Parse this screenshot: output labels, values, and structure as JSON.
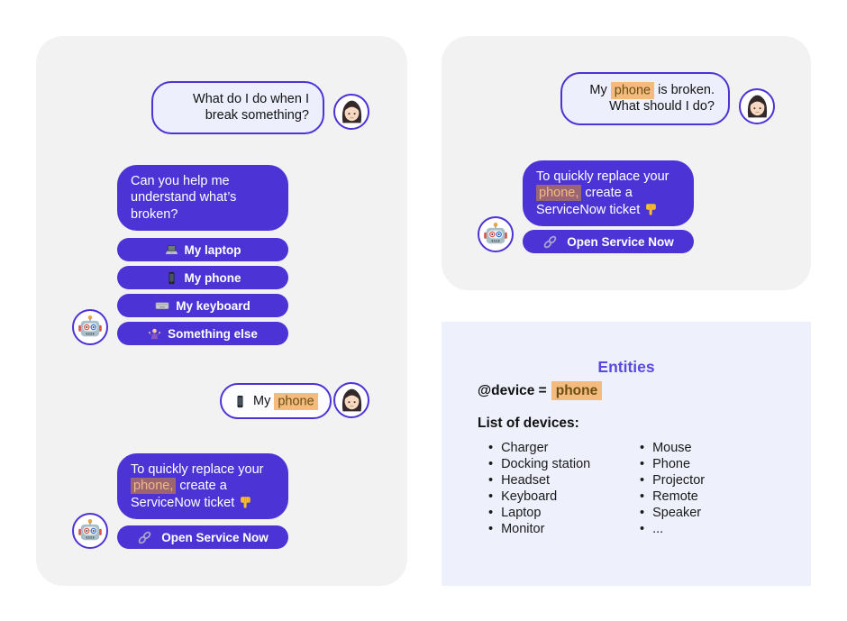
{
  "colors": {
    "purple": "#4b33d6",
    "panel_background": "#f2f2f2",
    "entities_background": "#eef1fc",
    "user_bubble_background": "#edf0fc",
    "entity_highlight_background": "#f3bb7e",
    "entity_highlight_text": "#6b4e14",
    "entity_highlight_on_purple_background": "#9b6671",
    "entity_highlight_on_purple_text": "#f2ba80",
    "entities_title_color": "#5a49e0"
  },
  "left_chat": {
    "user_message_1": "What do I do when I break something?",
    "bot_question": "Can you help me understand what’s broken?",
    "buttons": [
      {
        "icon": "laptop-icon",
        "label": "My laptop"
      },
      {
        "icon": "phone-icon",
        "label": "My phone"
      },
      {
        "icon": "keyboard-icon",
        "label": "My keyboard"
      },
      {
        "icon": "shrug-icon",
        "label": "Something else"
      }
    ],
    "user_message_2": {
      "icon": "phone-icon",
      "pre": "My ",
      "entity": "phone"
    },
    "bot_answer": {
      "pre": "To quickly replace your ",
      "entity": "phone,",
      "post": " create a ServiceNow ticket ",
      "icon": "pointing-down-icon"
    },
    "link_button": {
      "icon": "link-icon",
      "label": "Open Service Now"
    }
  },
  "right_chat": {
    "user_message": {
      "pre": "My ",
      "entity": "phone",
      "post": " is broken. What should I do?"
    },
    "bot_answer": {
      "pre": "To quickly replace your ",
      "entity": "phone,",
      "post": " create a ServiceNow ticket ",
      "icon": "pointing-down-icon"
    },
    "link_button": {
      "icon": "link-icon",
      "label": "Open Service Now"
    }
  },
  "entities_panel": {
    "title": "Entities",
    "assignment": {
      "variable": "@device =",
      "value": "phone"
    },
    "list_heading": "List of devices:",
    "devices_col1": [
      "Charger",
      "Docking station",
      "Headset",
      "Keyboard",
      "Laptop",
      "Monitor"
    ],
    "devices_col2": [
      "Mouse",
      "Phone",
      "Projector",
      "Remote",
      "Speaker",
      "..."
    ]
  }
}
